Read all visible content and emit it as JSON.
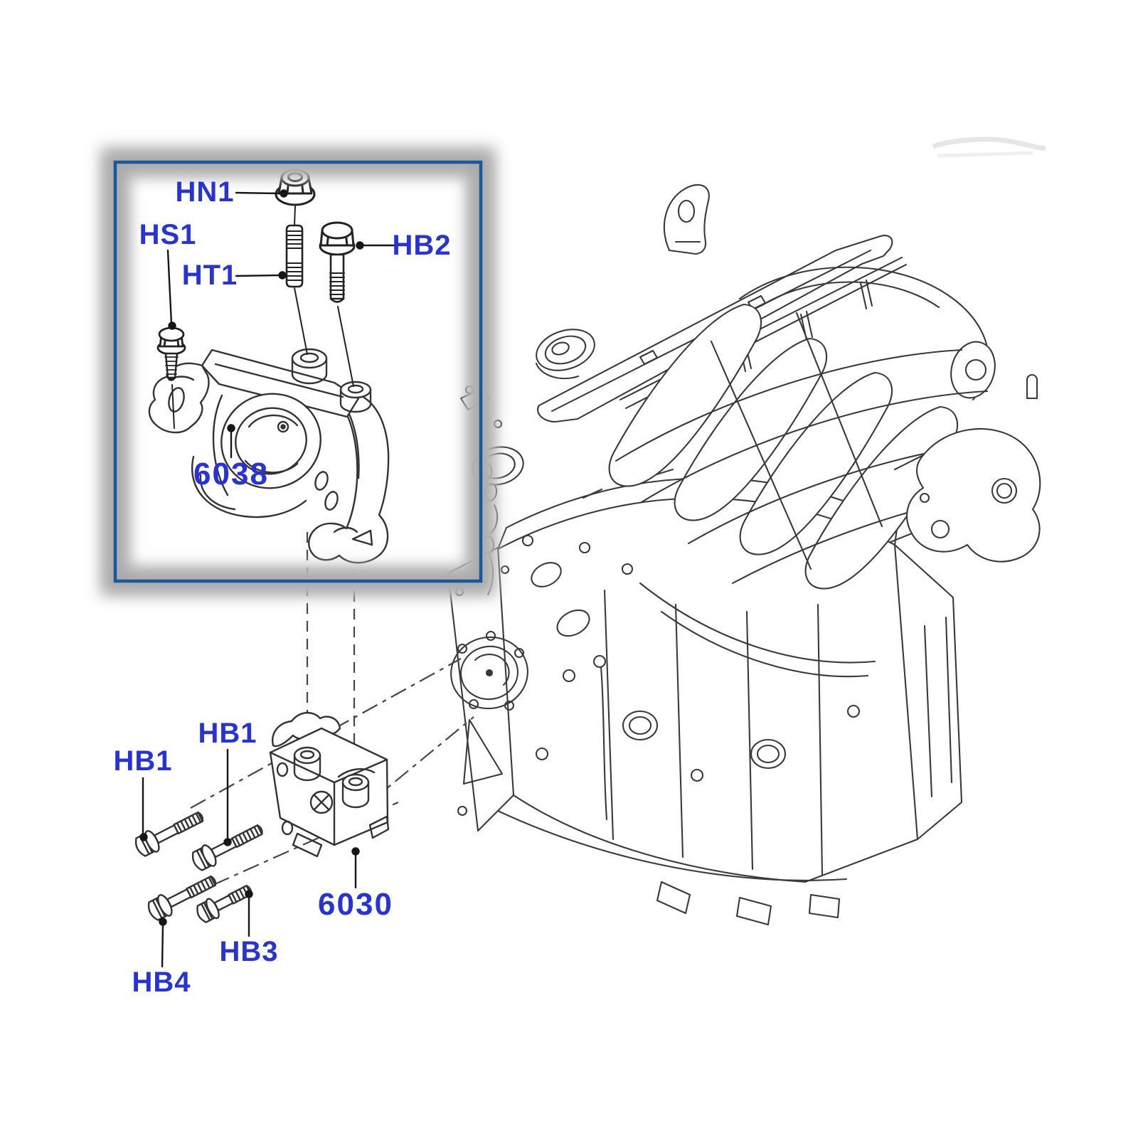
{
  "figure": {
    "kind": "exploded-parts-diagram",
    "highlight_box_color": "#17599d",
    "glow_color": "#ababab",
    "callout_text_color": "#2733d4",
    "line_art_color": "#3a3a3a"
  },
  "callouts": {
    "hn1": {
      "label": "HN1"
    },
    "hs1": {
      "label": "HS1"
    },
    "ht1": {
      "label": "HT1"
    },
    "hb2": {
      "label": "HB2"
    },
    "p6038": {
      "label": "6038"
    },
    "hb1_left": {
      "label": "HB1"
    },
    "hb1_top": {
      "label": "HB1"
    },
    "hb4": {
      "label": "HB4"
    },
    "hb3": {
      "label": "HB3"
    },
    "p6030": {
      "label": "6030"
    }
  }
}
